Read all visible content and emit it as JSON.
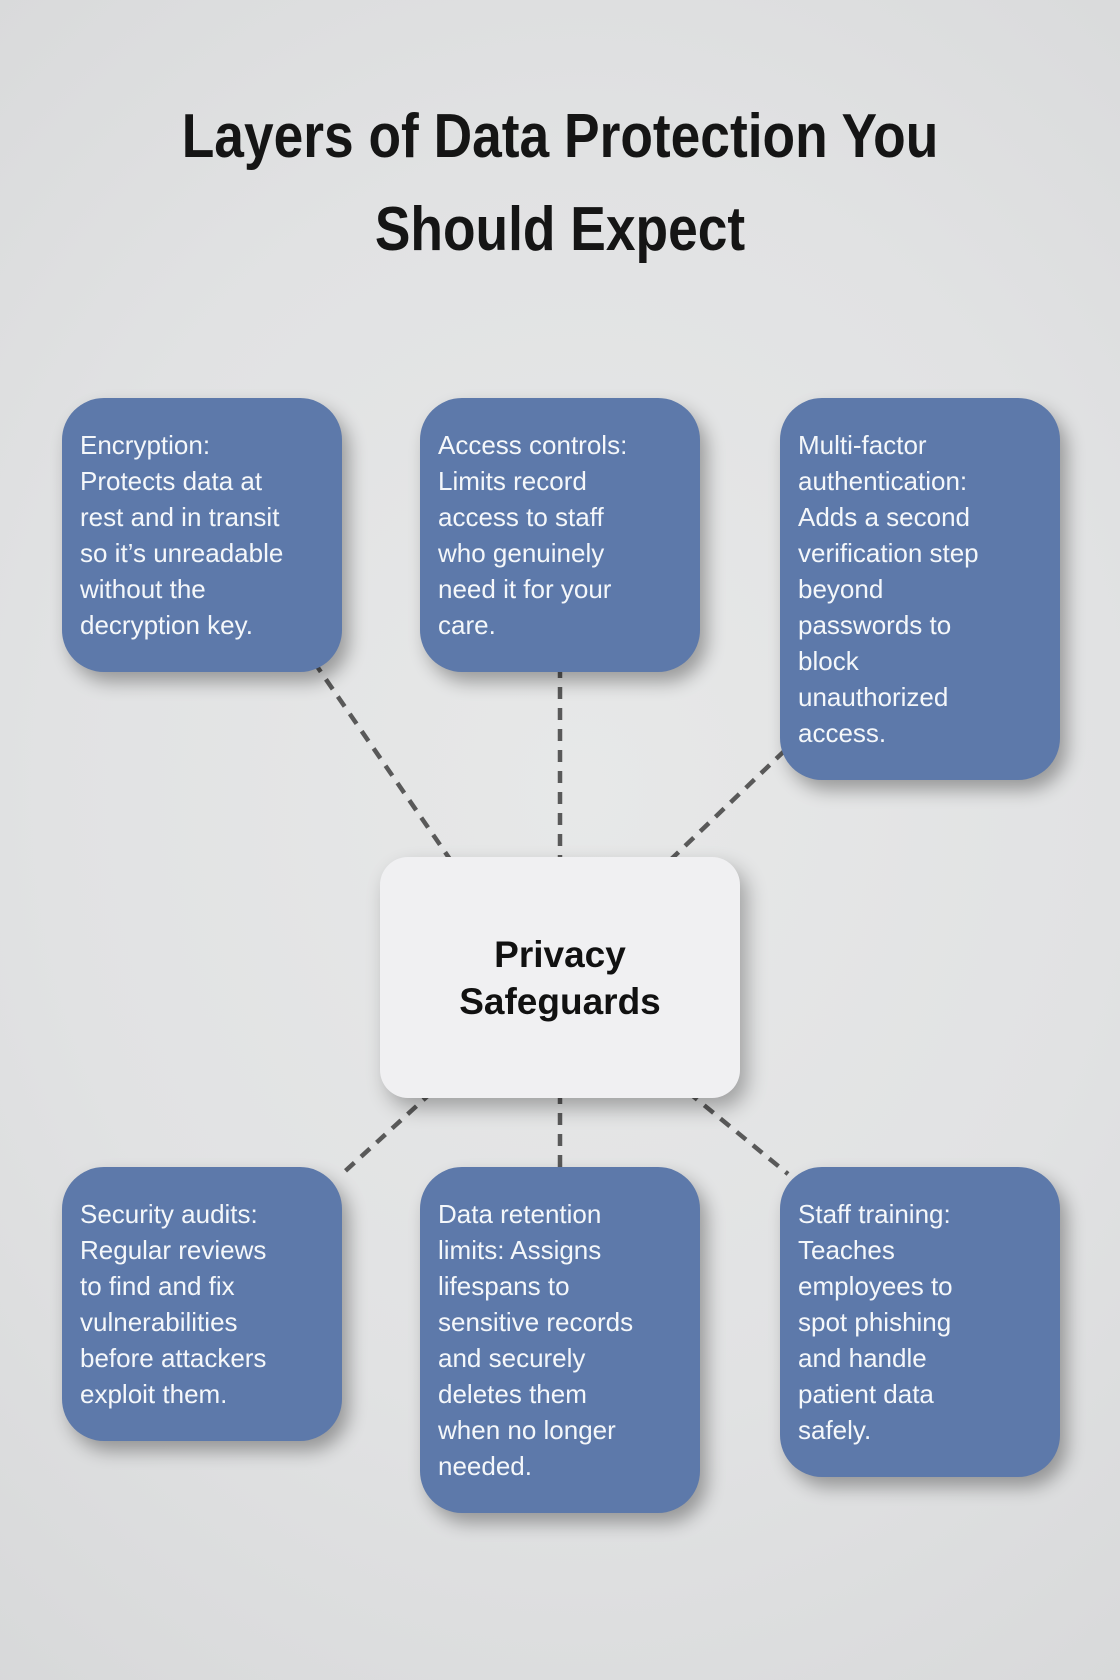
{
  "title": {
    "lines": [
      "Layers of Data Protection You",
      "Should Expect"
    ]
  },
  "center_node": {
    "id": "privacy-safeguards",
    "lines": [
      "Privacy",
      "Safeguards"
    ]
  },
  "nodes": [
    {
      "id": "encryption",
      "lines": [
        "Encryption:",
        "Protects data at",
        "rest and in transit",
        "so it’s unreadable",
        "without the",
        "decryption key."
      ]
    },
    {
      "id": "access-controls",
      "lines": [
        "Access controls:",
        "Limits record",
        "access to staff",
        "who genuinely",
        "need it for your",
        "care."
      ]
    },
    {
      "id": "multi-factor-authentication",
      "lines": [
        "Multi-factor",
        "authentication:",
        "Adds a second",
        "verification step",
        "beyond",
        "passwords to",
        "block",
        "unauthorized",
        "access."
      ]
    },
    {
      "id": "security-audits",
      "lines": [
        "Security audits:",
        "Regular reviews",
        "to find and fix",
        "vulnerabilities",
        "before attackers",
        "exploit them."
      ]
    },
    {
      "id": "data-retention-limits",
      "lines": [
        "Data retention",
        "limits: Assigns",
        "lifespans to",
        "sensitive records",
        "and securely",
        "deletes them",
        "when no longer",
        "needed."
      ]
    },
    {
      "id": "staff-training",
      "lines": [
        "Staff training:",
        "Teaches",
        "employees to",
        "spot phishing",
        "and handle",
        "patient data",
        "safely."
      ]
    }
  ],
  "edges": [
    {
      "from": "encryption",
      "to": "privacy-safeguards",
      "style": "dashed"
    },
    {
      "from": "access-controls",
      "to": "privacy-safeguards",
      "style": "dashed"
    },
    {
      "from": "multi-factor-authentication",
      "to": "privacy-safeguards",
      "style": "dashed"
    },
    {
      "from": "security-audits",
      "to": "privacy-safeguards",
      "style": "dashed"
    },
    {
      "from": "data-retention-limits",
      "to": "privacy-safeguards",
      "style": "dashed"
    },
    {
      "from": "staff-training",
      "to": "privacy-safeguards",
      "style": "dashed"
    }
  ],
  "theme": {
    "page_bg": "#e0e1e2",
    "node_bg": "#5d79aa",
    "node_text": "#f4f7fa",
    "center_bg": "#f0f0f2",
    "center_text": "#111111",
    "title_color": "#151515",
    "connector_color": "#595959"
  }
}
